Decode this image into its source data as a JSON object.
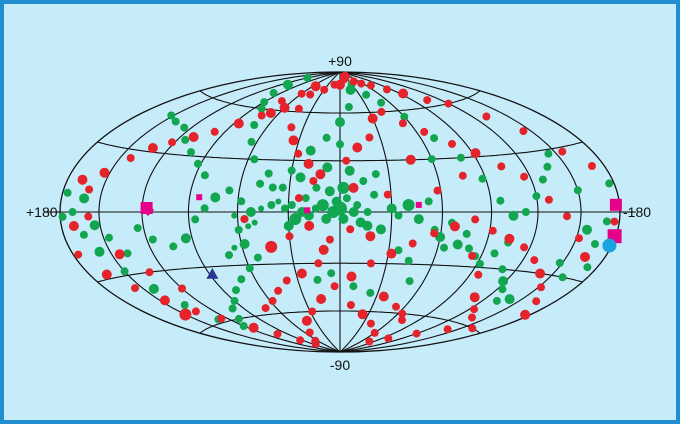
{
  "labels": {
    "north": "+90",
    "south": "-90",
    "left": "+180",
    "right": "-180"
  },
  "colors": {
    "background": "#c6ecfa",
    "frame": "#1f8fd0",
    "grid": "#111111",
    "green": "#13a650",
    "red": "#e5232b",
    "magenta": "#e6008a",
    "blue": "#1aa3e0",
    "navy": "#283797"
  },
  "markers": {
    "green": [
      [
        70,
        -24,
        4
      ],
      [
        65,
        -20,
        3
      ],
      [
        58,
        -18,
        5
      ],
      [
        60,
        -10,
        4
      ],
      [
        54,
        -8,
        3
      ],
      [
        50,
        -6,
        3
      ],
      [
        56,
        -4,
        4
      ],
      [
        62,
        -2,
        3
      ],
      [
        52,
        0,
        5
      ],
      [
        46,
        2,
        3
      ],
      [
        40,
        4,
        4
      ],
      [
        36,
        6,
        3
      ],
      [
        30,
        -8,
        5
      ],
      [
        32,
        2,
        4
      ],
      [
        28,
        4,
        4
      ],
      [
        26,
        -4,
        6
      ],
      [
        22,
        0,
        5
      ],
      [
        20,
        8,
        4
      ],
      [
        18,
        -2,
        5
      ],
      [
        14,
        2,
        4
      ],
      [
        10,
        4,
        6
      ],
      [
        8,
        -4,
        5
      ],
      [
        4,
        0,
        6
      ],
      [
        2,
        6,
        5
      ],
      [
        0,
        2,
        7
      ],
      [
        -2,
        -4,
        5
      ],
      [
        -4,
        8,
        4
      ],
      [
        -8,
        0,
        5
      ],
      [
        -10,
        4,
        4
      ],
      [
        -12,
        -6,
        5
      ],
      [
        -16,
        0,
        4
      ],
      [
        -20,
        10,
        4
      ],
      [
        -24,
        -10,
        5
      ],
      [
        -30,
        2,
        5
      ],
      [
        -34,
        -2,
        4
      ],
      [
        -40,
        4,
        6
      ],
      [
        -46,
        -4,
        5
      ],
      [
        -52,
        6,
        4
      ],
      [
        -56,
        -10,
        4
      ],
      [
        -60,
        -14,
        5
      ],
      [
        -66,
        -6,
        4
      ],
      [
        -72,
        -18,
        5
      ],
      [
        -76,
        -12,
        4
      ],
      [
        -80,
        -20,
        4
      ],
      [
        -86,
        -24,
        4
      ],
      [
        -92,
        -28,
        4
      ],
      [
        -98,
        -22,
        4
      ],
      [
        -104,
        -16,
        4
      ],
      [
        -110,
        -30,
        4
      ],
      [
        -118,
        -36,
        5
      ],
      [
        -124,
        -40,
        4
      ],
      [
        -132,
        -46,
        4
      ],
      [
        -140,
        -44,
        5
      ],
      [
        -148,
        -24,
        4
      ],
      [
        -156,
        -8,
        5
      ],
      [
        -160,
        -30,
        4
      ],
      [
        -166,
        -14,
        4
      ],
      [
        -170,
        -4,
        4
      ],
      [
        -172,
        -24,
        4
      ],
      [
        -176,
        12,
        4
      ],
      [
        -178,
        -10,
        4
      ],
      [
        -150,
        10,
        4
      ],
      [
        -144,
        28,
        4
      ],
      [
        -136,
        22,
        4
      ],
      [
        -128,
        16,
        4
      ],
      [
        -120,
        8,
        4
      ],
      [
        -112,
        0,
        4
      ],
      [
        -104,
        -2,
        5
      ],
      [
        -96,
        6,
        4
      ],
      [
        -88,
        18,
        4
      ],
      [
        -80,
        30,
        4
      ],
      [
        -70,
        42,
        4
      ],
      [
        -60,
        56,
        4
      ],
      [
        -50,
        66,
        4
      ],
      [
        -40,
        72,
        4
      ],
      [
        -30,
        80,
        4
      ],
      [
        -20,
        76,
        5
      ],
      [
        -10,
        64,
        4
      ],
      [
        0,
        54,
        5
      ],
      [
        10,
        44,
        4
      ],
      [
        20,
        36,
        5
      ],
      [
        30,
        24,
        4
      ],
      [
        40,
        14,
        4
      ],
      [
        48,
        16,
        4
      ],
      [
        56,
        30,
        4
      ],
      [
        64,
        40,
        4
      ],
      [
        72,
        50,
        4
      ],
      [
        82,
        60,
        4
      ],
      [
        90,
        64,
        4
      ],
      [
        100,
        70,
        4
      ],
      [
        110,
        76,
        5
      ],
      [
        120,
        82,
        4
      ],
      [
        0,
        40,
        4
      ],
      [
        8,
        26,
        5
      ],
      [
        -6,
        24,
        5
      ],
      [
        -2,
        14,
        6
      ],
      [
        6,
        12,
        5
      ],
      [
        14,
        14,
        4
      ],
      [
        -14,
        18,
        4
      ],
      [
        -22,
        22,
        4
      ],
      [
        24,
        20,
        5
      ],
      [
        34,
        14,
        4
      ],
      [
        44,
        22,
        4
      ],
      [
        52,
        -26,
        4
      ],
      [
        60,
        -32,
        4
      ],
      [
        70,
        -38,
        4
      ],
      [
        80,
        -44,
        4
      ],
      [
        90,
        -50,
        4
      ],
      [
        100,
        -54,
        4
      ],
      [
        110,
        -60,
        4
      ],
      [
        120,
        -64,
        4
      ],
      [
        130,
        -58,
        4
      ],
      [
        136,
        -48,
        4
      ],
      [
        142,
        -38,
        5
      ],
      [
        150,
        -28,
        4
      ],
      [
        158,
        -18,
        5
      ],
      [
        164,
        -10,
        4
      ],
      [
        170,
        0,
        4
      ],
      [
        176,
        8,
        4
      ],
      [
        178,
        -2,
        4
      ],
      [
        162,
        6,
        5
      ],
      [
        154,
        -6,
        5
      ],
      [
        146,
        -12,
        4
      ],
      [
        138,
        -20,
        4
      ],
      [
        124,
        -8,
        4
      ],
      [
        116,
        -14,
        4
      ],
      [
        104,
        -18,
        4
      ],
      [
        94,
        -14,
        5
      ],
      [
        86,
        -4,
        4
      ],
      [
        80,
        2,
        4
      ],
      [
        74,
        8,
        5
      ],
      [
        66,
        12,
        4
      ],
      [
        58,
        6,
        4
      ],
      [
        84,
        20,
        4
      ],
      [
        92,
        26,
        4
      ],
      [
        102,
        32,
        4
      ],
      [
        114,
        38,
        4
      ],
      [
        126,
        44,
        4
      ],
      [
        140,
        46,
        4
      ],
      [
        152,
        48,
        4
      ],
      [
        -60,
        30,
        4
      ],
      [
        -64,
        -20,
        4
      ],
      [
        -16,
        -8,
        5
      ],
      [
        -36,
        -22,
        4
      ],
      [
        -44,
        -28,
        4
      ],
      [
        -50,
        -40,
        4
      ],
      [
        -24,
        -48,
        4
      ],
      [
        -10,
        -44,
        4
      ],
      [
        6,
        -36,
        4
      ],
      [
        16,
        -40,
        4
      ]
    ],
    "red": [
      [
        68,
        58,
        5
      ],
      [
        72,
        66,
        4
      ],
      [
        60,
        72,
        4
      ],
      [
        54,
        78,
        5
      ],
      [
        44,
        62,
        4
      ],
      [
        40,
        50,
        4
      ],
      [
        34,
        42,
        5
      ],
      [
        28,
        34,
        4
      ],
      [
        20,
        28,
        5
      ],
      [
        12,
        22,
        5
      ],
      [
        16,
        18,
        4
      ],
      [
        -4,
        30,
        4
      ],
      [
        -12,
        38,
        5
      ],
      [
        -22,
        44,
        4
      ],
      [
        -30,
        56,
        5
      ],
      [
        -42,
        60,
        4
      ],
      [
        -54,
        52,
        4
      ],
      [
        -66,
        46,
        4
      ],
      [
        -80,
        38,
        4
      ],
      [
        -92,
        32,
        5
      ],
      [
        -104,
        24,
        4
      ],
      [
        -116,
        18,
        4
      ],
      [
        -128,
        6,
        4
      ],
      [
        -140,
        -2,
        4
      ],
      [
        -152,
        -12,
        4
      ],
      [
        -164,
        -20,
        5
      ],
      [
        -176,
        -4,
        4
      ],
      [
        -170,
        20,
        4
      ],
      [
        -156,
        28,
        4
      ],
      [
        -144,
        40,
        4
      ],
      [
        -132,
        50,
        4
      ],
      [
        -120,
        60,
        4
      ],
      [
        -106,
        64,
        4
      ],
      [
        -94,
        70,
        5
      ],
      [
        -84,
        74,
        4
      ],
      [
        -70,
        78,
        4
      ],
      [
        -56,
        80,
        4
      ],
      [
        -44,
        82,
        4
      ],
      [
        -30,
        86,
        5
      ],
      [
        -16,
        84,
        4
      ],
      [
        0,
        80,
        5
      ],
      [
        14,
        80,
        4
      ],
      [
        30,
        76,
        4
      ],
      [
        46,
        72,
        4
      ],
      [
        60,
        62,
        5
      ],
      [
        74,
        56,
        4
      ],
      [
        86,
        50,
        5
      ],
      [
        98,
        44,
        4
      ],
      [
        110,
        40,
        5
      ],
      [
        122,
        36,
        4
      ],
      [
        132,
        32,
        5
      ],
      [
        142,
        26,
        4
      ],
      [
        154,
        18,
        5
      ],
      [
        160,
        10,
        4
      ],
      [
        170,
        -6,
        5
      ],
      [
        176,
        -18,
        4
      ],
      [
        166,
        -28,
        5
      ],
      [
        156,
        -36,
        4
      ],
      [
        146,
        -44,
        5
      ],
      [
        136,
        -52,
        4
      ],
      [
        126,
        -58,
        4
      ],
      [
        114,
        -66,
        5
      ],
      [
        104,
        -72,
        4
      ],
      [
        94,
        -78,
        4
      ],
      [
        82,
        -82,
        4
      ],
      [
        66,
        -80,
        4
      ],
      [
        52,
        -74,
        4
      ],
      [
        40,
        -66,
        5
      ],
      [
        28,
        -60,
        4
      ],
      [
        16,
        -52,
        5
      ],
      [
        4,
        -44,
        4
      ],
      [
        -8,
        -38,
        5
      ],
      [
        -20,
        -30,
        4
      ],
      [
        -32,
        -24,
        5
      ],
      [
        -44,
        -18,
        4
      ],
      [
        -56,
        -12,
        4
      ],
      [
        -68,
        -8,
        5
      ],
      [
        -80,
        -4,
        4
      ],
      [
        -92,
        -10,
        4
      ],
      [
        -104,
        -14,
        5
      ],
      [
        -116,
        -18,
        4
      ],
      [
        -128,
        -24,
        4
      ],
      [
        -140,
        -30,
        5
      ],
      [
        -152,
        -36,
        4
      ],
      [
        -164,
        -42,
        4
      ],
      [
        -176,
        -48,
        5
      ],
      [
        -160,
        -60,
        4
      ],
      [
        -140,
        -64,
        4
      ],
      [
        -120,
        -70,
        4
      ],
      [
        -100,
        -76,
        4
      ],
      [
        -80,
        -80,
        4
      ],
      [
        -60,
        -74,
        4
      ],
      [
        -40,
        -68,
        4
      ],
      [
        -24,
        -62,
        5
      ],
      [
        -10,
        -56,
        4
      ],
      [
        6,
        -16,
        4
      ],
      [
        18,
        -8,
        5
      ],
      [
        30,
        -14,
        4
      ],
      [
        42,
        -20,
        6
      ],
      [
        56,
        -4,
        4
      ],
      [
        -6,
        -10,
        4
      ],
      [
        -18,
        -14,
        5
      ],
      [
        10,
        -22,
        5
      ],
      [
        -8,
        14,
        5
      ],
      [
        24,
        8,
        4
      ],
      [
        -28,
        10,
        4
      ],
      [
        -46,
        30,
        5
      ],
      [
        -58,
        12,
        4
      ],
      [
        -76,
        20,
        4
      ],
      [
        -84,
        -24,
        4
      ],
      [
        -96,
        -34,
        4
      ],
      [
        -110,
        -46,
        5
      ],
      [
        -124,
        -52,
        4
      ],
      [
        -136,
        -56,
        4
      ],
      [
        120,
        -40,
        4
      ],
      [
        132,
        -30,
        4
      ],
      [
        144,
        -20,
        5
      ],
      [
        158,
        -2,
        4
      ],
      [
        168,
        14,
        5
      ],
      [
        150,
        -52,
        6
      ],
      [
        14,
        -30,
        4
      ],
      [
        26,
        -36,
        5
      ],
      [
        38,
        -40,
        4
      ],
      [
        48,
        -46,
        4
      ],
      [
        58,
        -52,
        4
      ],
      [
        70,
        -56,
        4
      ],
      [
        -36,
        -50,
        5
      ],
      [
        -52,
        -56,
        4
      ],
      [
        -64,
        -60,
        4
      ],
      [
        -72,
        -64,
        4
      ]
    ],
    "magenta_squares": [
      [
        -46,
        4,
        3
      ],
      [
        19,
        1,
        3
      ],
      [
        84,
        8,
        3
      ],
      [
        117,
        2,
        6
      ],
      [
        -177,
        3,
        6
      ],
      [
        -179,
        -10,
        7
      ]
    ],
    "magenta_diamond": [
      116,
      1,
      6
    ],
    "blue_circle": [
      -178,
      -14,
      7
    ],
    "navy_triangle": [
      88,
      -34,
      6
    ]
  }
}
